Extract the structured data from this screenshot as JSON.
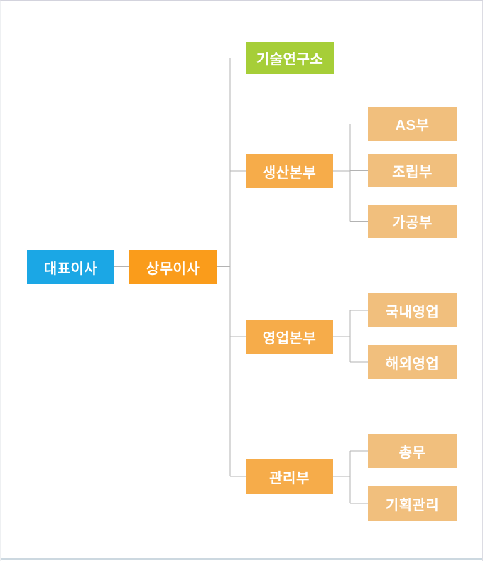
{
  "page": {
    "background_color": "#FFFFFF",
    "border_top_color": "#D3D3DD",
    "border_bottom_color": "#CCD8E0"
  },
  "chart": {
    "type": "org-chart",
    "text_color": "#FFFFFF",
    "line_color": "#B3B3B3",
    "child_box_color": "#F1BF7D",
    "division_box_color": "#F6AC4A",
    "root": {
      "label": "대표이사",
      "color": "#1BA7E5"
    },
    "executive": {
      "label": "상무이사",
      "color": "#FA9C1B"
    },
    "branches": [
      {
        "label": "기술연구소",
        "color": "#A6CE38",
        "children": []
      },
      {
        "label": "생산본부",
        "color": "#F6AC4A",
        "children": [
          {
            "label": "AS부"
          },
          {
            "label": "조립부"
          },
          {
            "label": "가공부"
          }
        ]
      },
      {
        "label": "영업본부",
        "color": "#F6AC4A",
        "children": [
          {
            "label": "국내영업"
          },
          {
            "label": "해외영업"
          }
        ]
      },
      {
        "label": "관리부",
        "color": "#F6AC4A",
        "children": [
          {
            "label": "총무"
          },
          {
            "label": "기획관리"
          }
        ]
      }
    ]
  }
}
